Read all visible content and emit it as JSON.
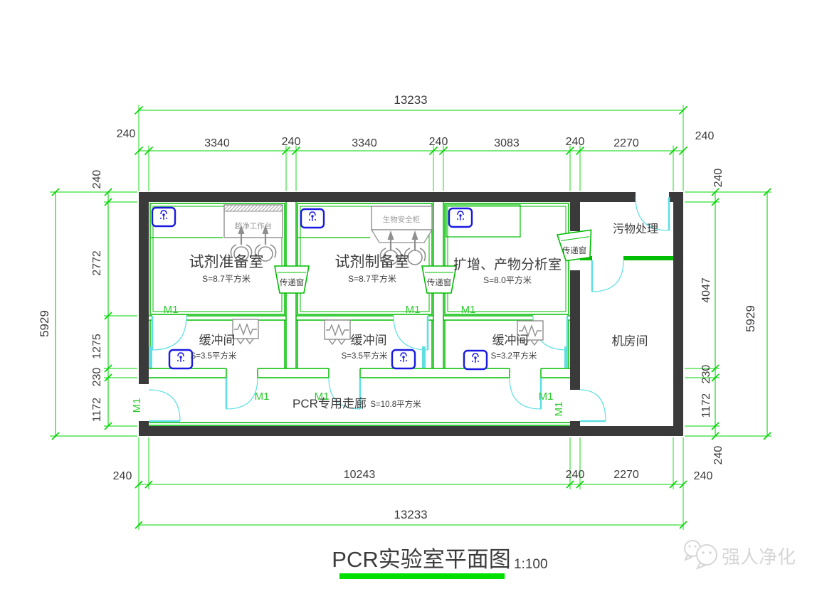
{
  "title": {
    "text": "PCR实验室平面图",
    "scale": "1:100"
  },
  "watermark": {
    "brand": "强人净化"
  },
  "colors": {
    "dimension_green": "#00d400",
    "partition_green": "#00bd00",
    "wall_black": "#3a3a3a",
    "door_cyan": "#5fdfe2",
    "sink_blue": "#1a1adf",
    "label_dark": "#3c3c3c",
    "equipment_gray": "#8f8f8f",
    "watermark_gray": "#d6d6d6",
    "underline_green": "#00e000"
  },
  "dims": {
    "top_total": "13233",
    "top": [
      "240",
      "3340",
      "240",
      "3340",
      "240",
      "3083",
      "240",
      "2270",
      "240"
    ],
    "left_total": "5929",
    "left": [
      "240",
      "2772",
      "1275",
      "230",
      "1172"
    ],
    "right_total": "5929",
    "right": [
      "240",
      "4047",
      "230",
      "1172",
      "240"
    ],
    "bottom": [
      "240",
      "10243",
      "240",
      "2270",
      "240"
    ],
    "bottom_total": "13233"
  },
  "rooms": {
    "reagent_prep": {
      "name": "试剂准备室",
      "area": "S=8.7平方米"
    },
    "reagent_making": {
      "name": "试剂制备室",
      "area": "S=8.7平方米"
    },
    "amplification": {
      "name": "扩增、产物分析室",
      "area": "S=8.0平方米"
    },
    "buffer1": {
      "name": "缓冲间",
      "area": "S=3.5平方米"
    },
    "buffer2": {
      "name": "缓冲间",
      "area": "S=3.5平方米"
    },
    "buffer3": {
      "name": "缓冲间",
      "area": "S=3.2平方米"
    },
    "corridor": {
      "name": "PCR专用走廊",
      "area": "S=10.8平方米"
    },
    "waste": {
      "name": "污物处理"
    },
    "machine": {
      "name": "机房间"
    }
  },
  "equipment": {
    "clean_bench": "超净工作台",
    "biosafety_cabinet": "生物安全柜",
    "pass_window": "传递窗",
    "door_tag": "M1"
  }
}
